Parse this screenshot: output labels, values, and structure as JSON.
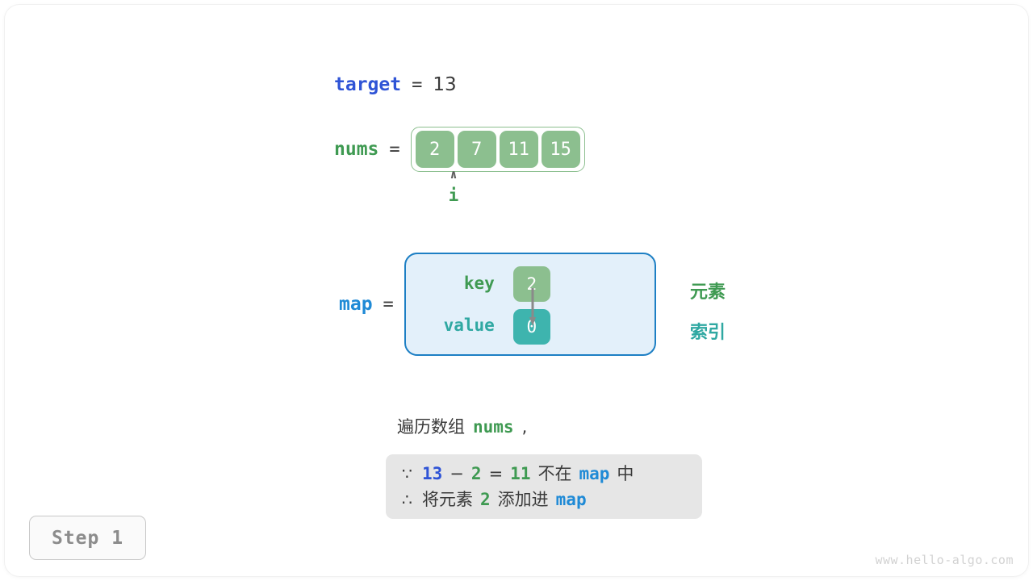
{
  "target": {
    "name": "target",
    "equals": "=",
    "value": "13"
  },
  "nums": {
    "name": "nums",
    "equals": "=",
    "cells": [
      "2",
      "7",
      "11",
      "15"
    ]
  },
  "pointer": {
    "caret": "∧",
    "label": "i"
  },
  "map": {
    "name": "map",
    "equals": "=",
    "key_label": "key",
    "value_label": "value",
    "key_cell": "2",
    "value_cell": "0",
    "side_element_label": "元素",
    "side_index_label": "索引"
  },
  "description": {
    "prefix": "遍历数组",
    "code": "nums",
    "suffix": ",",
    "note": {
      "line1": {
        "symbol": "∵",
        "a": "13",
        "minus": "−",
        "b": "2",
        "equals": "=",
        "c": "11",
        "text": "不在",
        "map": "map",
        "tail": "中"
      },
      "line2": {
        "symbol": "∴",
        "text1": "将元素",
        "num": "2",
        "text2": "添加进",
        "map": "map"
      }
    }
  },
  "step_badge": {
    "label": "Step 1"
  },
  "watermark": {
    "text": "www.hello-algo.com"
  },
  "colors": {
    "green": "#8cbf8f",
    "green_text": "#3f9a52",
    "teal": "#3eb4ae",
    "teal_text": "#2fa8a2",
    "blue_dark": "#2f54d6",
    "blue_light": "#1f8ad6",
    "map_fill": "#e3f0fa",
    "map_border": "#1d7fc4",
    "note_fill": "#e6e6e6",
    "text_gray": "#3a3a3a"
  }
}
